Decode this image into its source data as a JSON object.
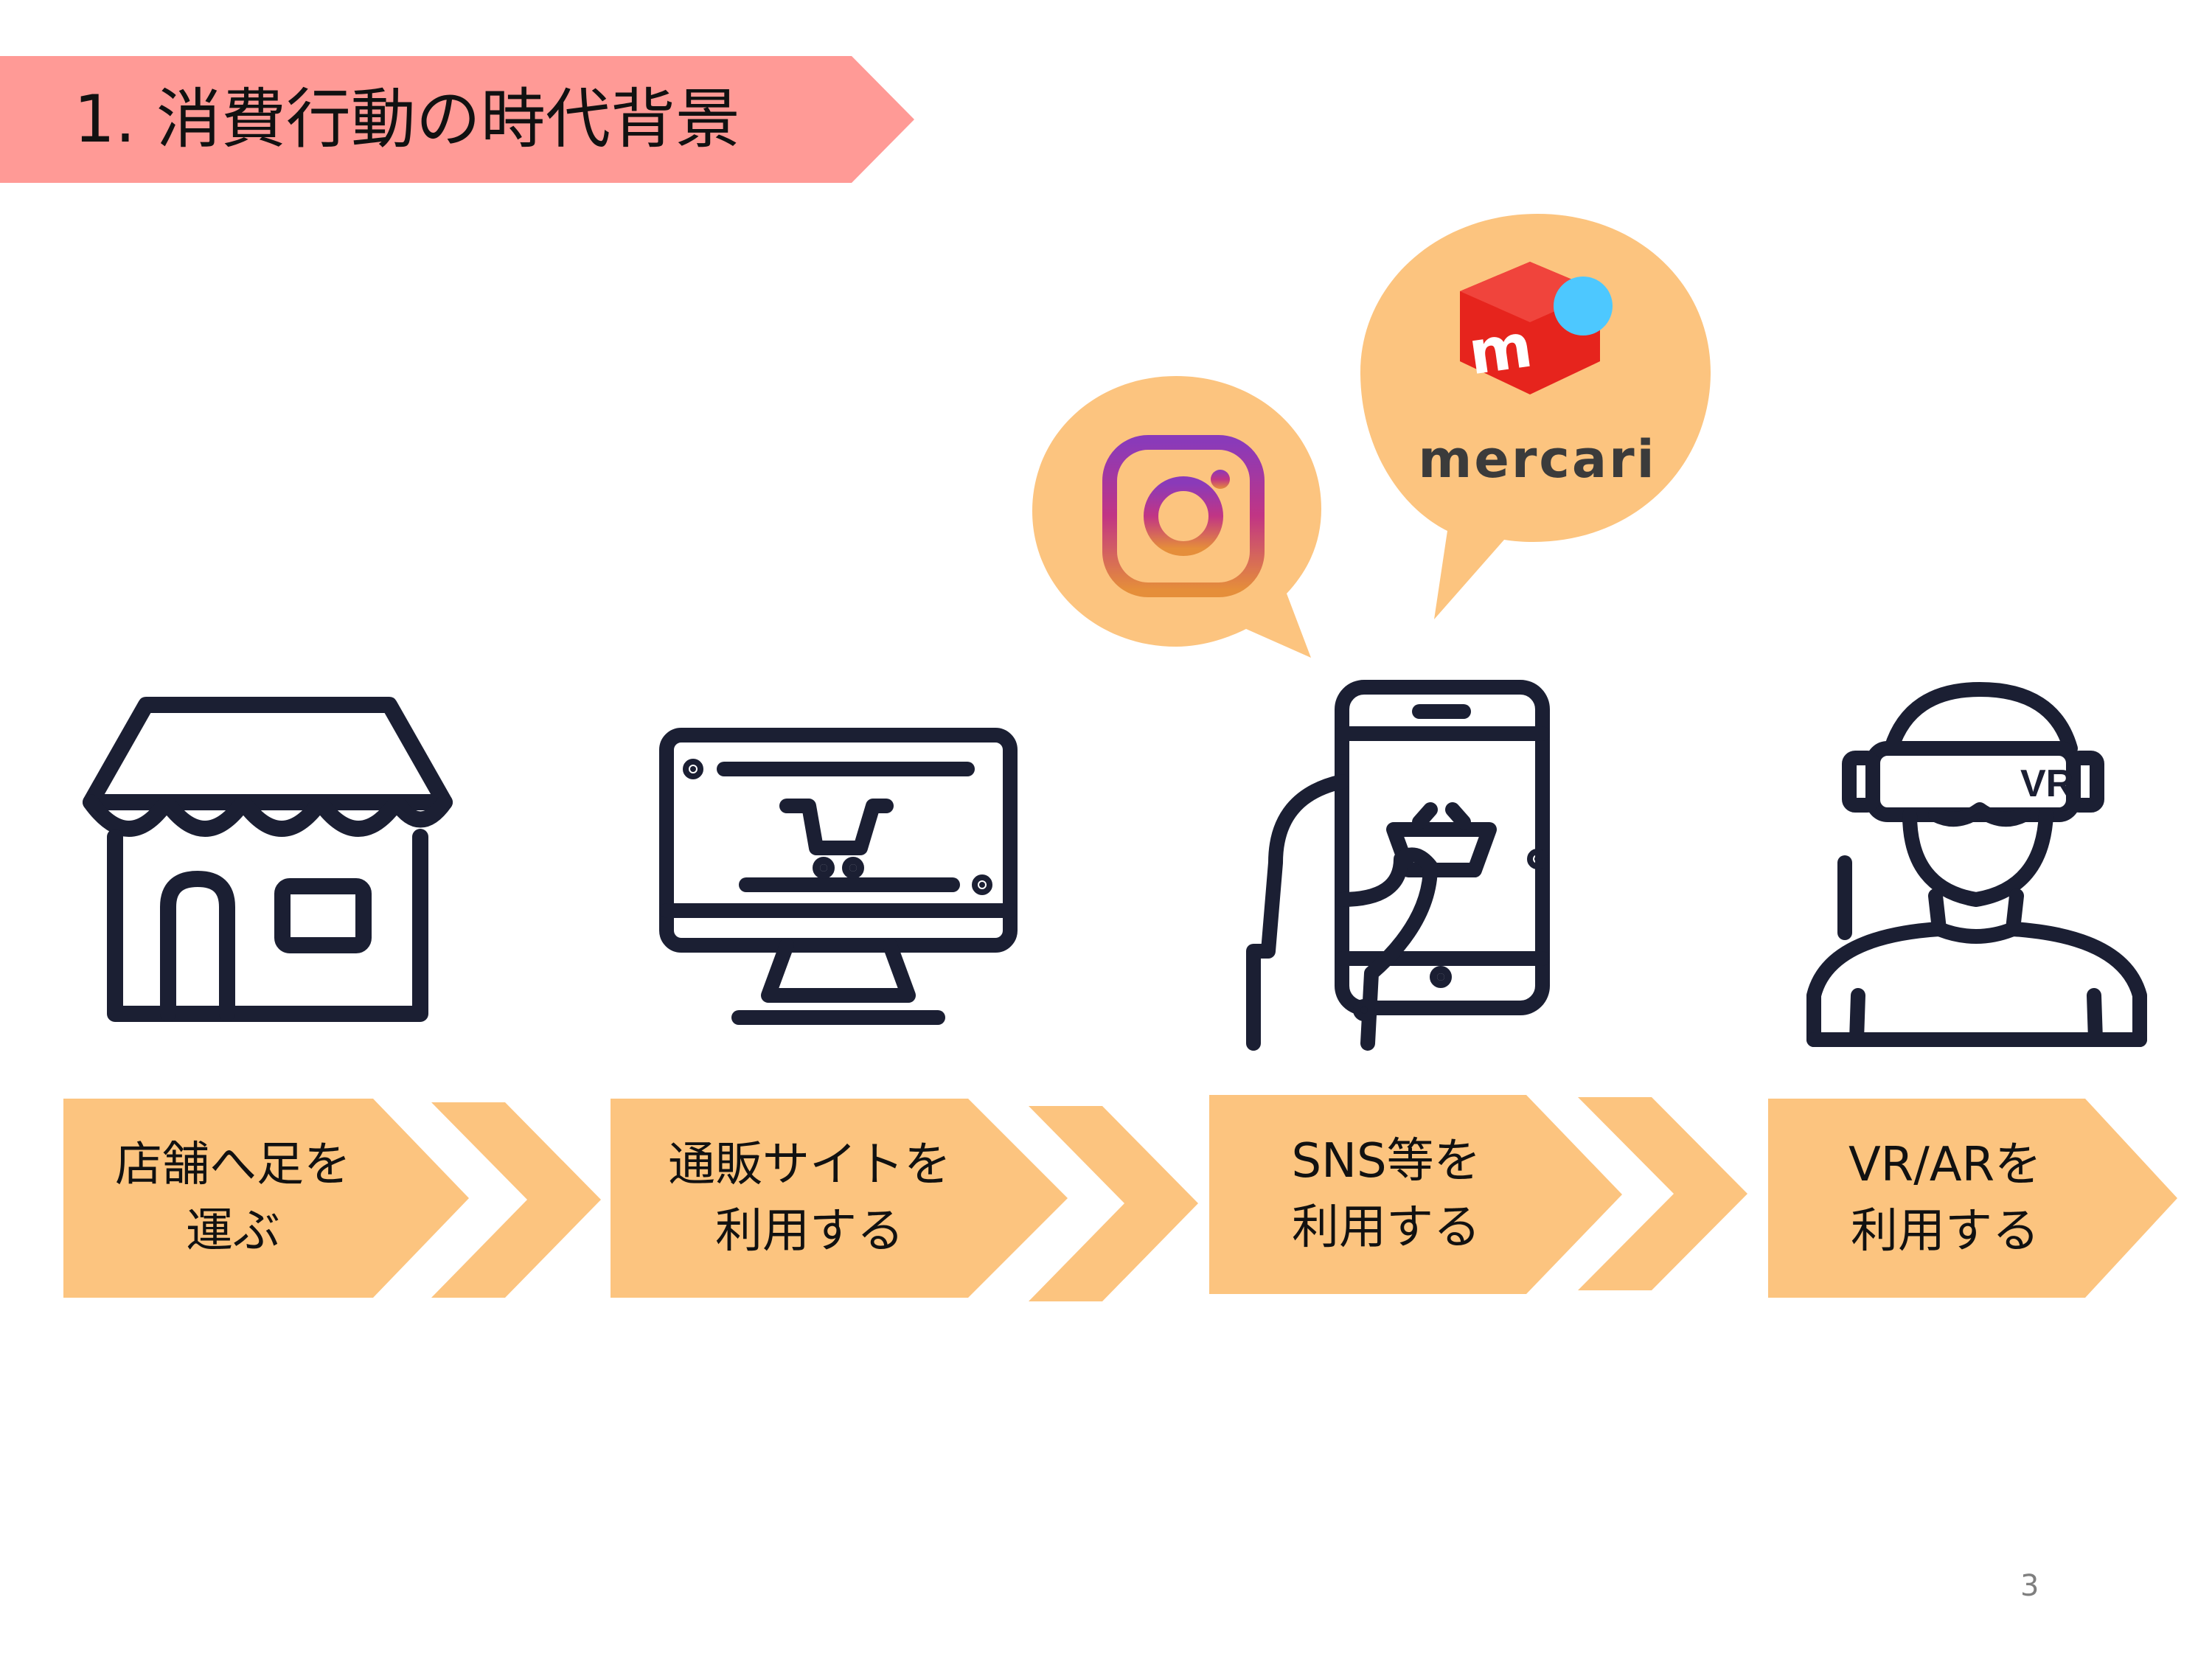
{
  "title": "1. 消費行動の時代背景",
  "colors": {
    "banner": "#ff9a96",
    "step_fill": "#fcc47f",
    "icon_stroke": "#1b1f33",
    "mercari_red": "#e6241d",
    "mercari_dot": "#4dc8ff"
  },
  "steps": [
    {
      "line1": "店舗へ足を",
      "line2": "運ぶ",
      "icon": "storefront-icon"
    },
    {
      "line1": "通販サイトを",
      "line2": "利用する",
      "icon": "monitor-cart-icon"
    },
    {
      "line1": "SNS等を",
      "line2": "利用する",
      "icon": "smartphone-basket-icon"
    },
    {
      "line1": "VR/ARを",
      "line2": "利用する",
      "icon": "vr-headset-person-icon"
    }
  ],
  "bubbles": {
    "instagram_icon": "instagram-logo",
    "mercari_logo_text": "mercari",
    "mercari_icon_letter": "m"
  },
  "page_number": "3"
}
